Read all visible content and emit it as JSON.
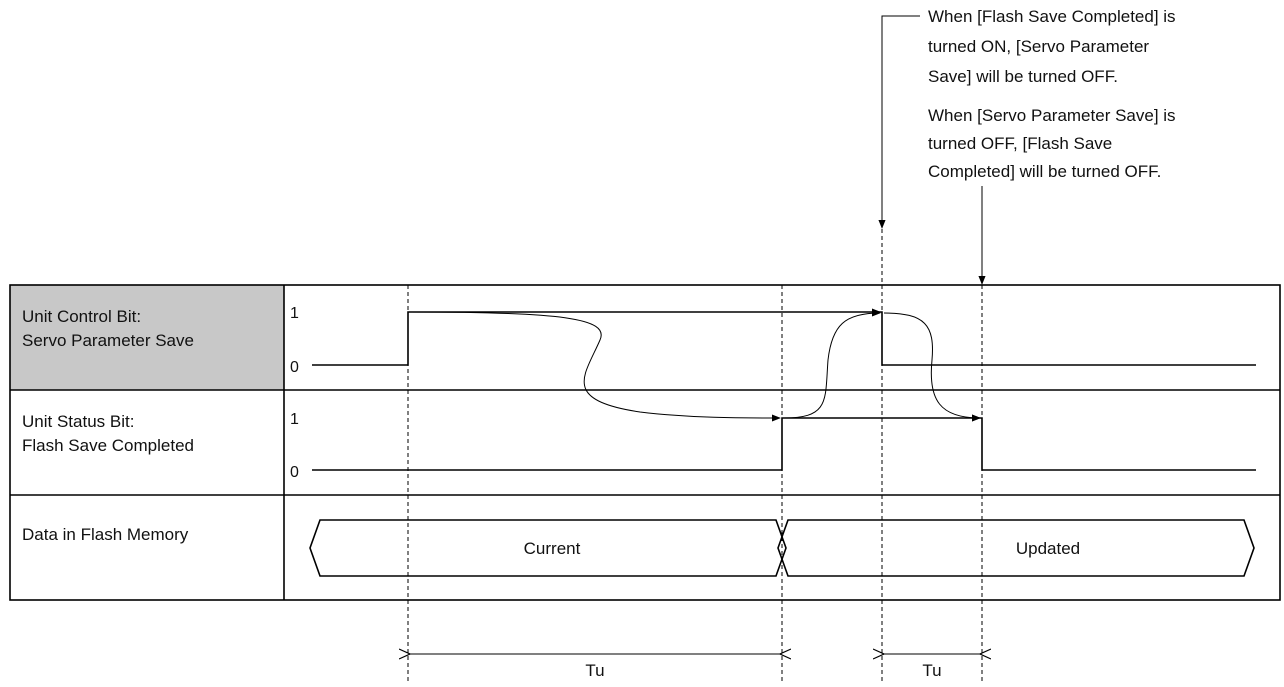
{
  "rows": [
    {
      "label_line1": "Unit Control Bit:",
      "label_line2": "Servo Parameter Save",
      "high": "1",
      "low": "0"
    },
    {
      "label_line1": "Unit Status Bit:",
      "label_line2": "Flash Save Completed",
      "high": "1",
      "low": "0"
    },
    {
      "label_line1": "Data in Flash Memory"
    }
  ],
  "data_states": {
    "current": "Current",
    "updated": "Updated"
  },
  "notes": {
    "note1": [
      "When [Flash Save Completed] is",
      "turned ON, [Servo Parameter",
      "Save] will be turned OFF."
    ],
    "note2": [
      "When [Servo Parameter Save] is",
      "turned OFF, [Flash Save",
      "Completed] will be turned OFF."
    ]
  },
  "intervals": {
    "tu1": "Tu",
    "tu2": "Tu"
  },
  "colors": {
    "label_cell_highlight": "#c8c8c8",
    "line": "#000000"
  }
}
